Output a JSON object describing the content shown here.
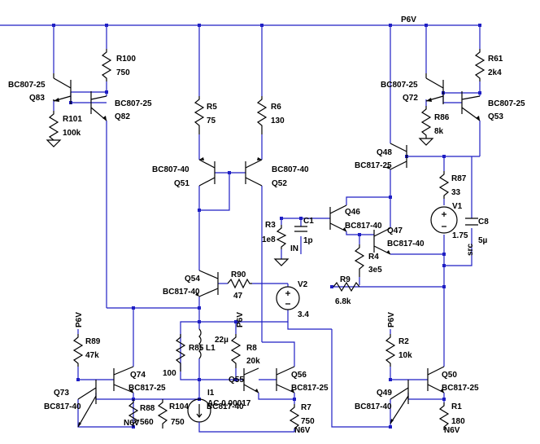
{
  "rail_label": "P6V",
  "resistors": [
    {
      "id": "r100",
      "name": "R100",
      "value": "750"
    },
    {
      "id": "r101",
      "name": "R101",
      "value": "100k"
    },
    {
      "id": "r5",
      "name": "R5",
      "value": "75"
    },
    {
      "id": "r6",
      "name": "R6",
      "value": "130"
    },
    {
      "id": "r61",
      "name": "R61",
      "value": "2k4"
    },
    {
      "id": "r86",
      "name": "R86",
      "value": "8k"
    },
    {
      "id": "r87",
      "name": "R87",
      "value": "33"
    },
    {
      "id": "r3",
      "name": "R3",
      "value": "1e8"
    },
    {
      "id": "r4",
      "name": "R4",
      "value": "3e5"
    },
    {
      "id": "r9",
      "name": "R9",
      "value": "6.8k"
    },
    {
      "id": "r90",
      "name": "R90",
      "value": "47"
    },
    {
      "id": "r89",
      "name": "R89",
      "value": "47k"
    },
    {
      "id": "r88",
      "name": "R88",
      "value": "560"
    },
    {
      "id": "r104",
      "name": "R104",
      "value": "750"
    },
    {
      "id": "r85",
      "name": "R85",
      "value": "100"
    },
    {
      "id": "r8",
      "name": "R8",
      "value": "20k"
    },
    {
      "id": "r7",
      "name": "R7",
      "value": "750"
    },
    {
      "id": "r2",
      "name": "R2",
      "value": "10k"
    },
    {
      "id": "r1",
      "name": "R1",
      "value": "180"
    }
  ],
  "transistors": [
    {
      "id": "q83",
      "name": "Q83",
      "model": "BC807-25"
    },
    {
      "id": "q82",
      "name": "Q82",
      "model": "BC807-25"
    },
    {
      "id": "q51",
      "name": "Q51",
      "model": "BC807-40"
    },
    {
      "id": "q52",
      "name": "Q52",
      "model": "BC807-40"
    },
    {
      "id": "q72",
      "name": "Q72",
      "model": "BC807-25"
    },
    {
      "id": "q53",
      "name": "Q53",
      "model": "BC807-25"
    },
    {
      "id": "q48",
      "name": "Q48",
      "model": "BC817-25"
    },
    {
      "id": "q46",
      "name": "Q46",
      "model": "BC817-40"
    },
    {
      "id": "q47",
      "name": "Q47",
      "model": "BC817-40"
    },
    {
      "id": "q54",
      "name": "Q54",
      "model": "BC817-40"
    },
    {
      "id": "q74",
      "name": "Q74",
      "model": "BC817-25"
    },
    {
      "id": "q73",
      "name": "Q73",
      "model": "BC817-40"
    },
    {
      "id": "q55",
      "name": "Q55",
      "model": "BC817-40"
    },
    {
      "id": "q56",
      "name": "Q56",
      "model": "BC817-25"
    },
    {
      "id": "q50",
      "name": "Q50",
      "model": "BC817-25"
    },
    {
      "id": "q49",
      "name": "Q49",
      "model": "BC817-40"
    }
  ],
  "capacitors": [
    {
      "id": "c1",
      "name": "C1",
      "value": "1p"
    },
    {
      "id": "c8",
      "name": "C8",
      "value": "5µ"
    }
  ],
  "sources": [
    {
      "id": "v1",
      "name": "V1",
      "value": "1.75"
    },
    {
      "id": "v2",
      "name": "V2",
      "value": "3.4"
    },
    {
      "id": "i1",
      "name": "I1",
      "value": "AC 0.00017"
    }
  ],
  "inductor": {
    "name": "L1",
    "value": "22µ"
  },
  "net_labels": {
    "in": "IN",
    "src": "src",
    "n6v": "N6V",
    "p6v": "P6V"
  }
}
